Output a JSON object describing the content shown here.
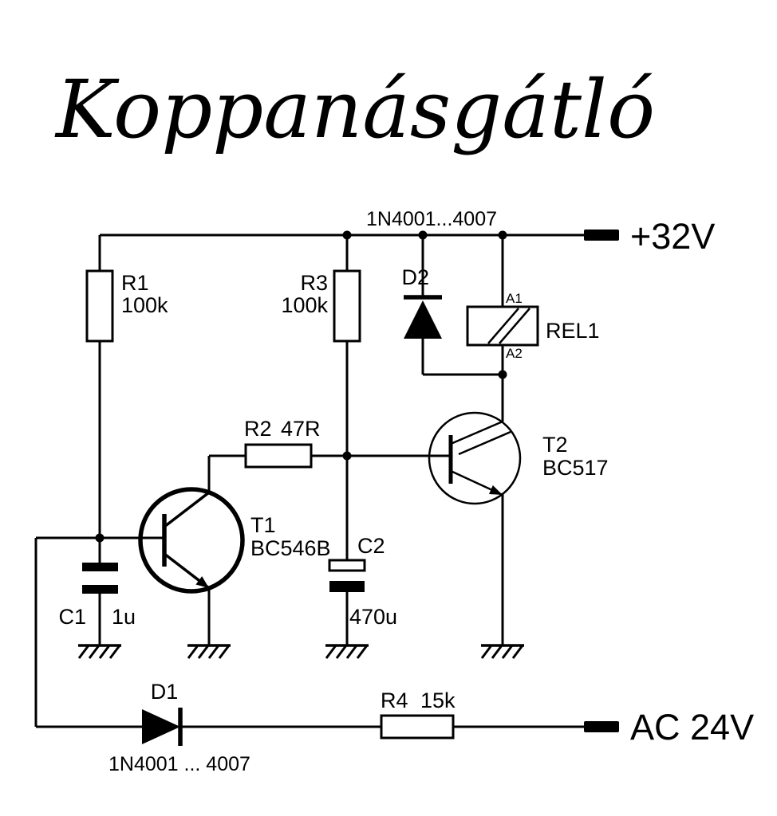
{
  "title": "Koppanásgátló",
  "power": {
    "positive_rail": "+32V",
    "ac_input": "AC 24V",
    "rail_diode_note": "1N4001...4007"
  },
  "components": {
    "R1": {
      "ref": "R1",
      "value": "100k"
    },
    "R2": {
      "ref": "R2",
      "value": "47R"
    },
    "R3": {
      "ref": "R3",
      "value": "100k"
    },
    "R4": {
      "ref": "R4",
      "value": "15k"
    },
    "C1": {
      "ref": "C1",
      "value": "1u"
    },
    "C2": {
      "ref": "C2",
      "value": "470u"
    },
    "D1": {
      "ref": "D1",
      "note": "1N4001 ... 4007"
    },
    "D2": {
      "ref": "D2"
    },
    "T1": {
      "ref": "T1",
      "part": "BC546B"
    },
    "T2": {
      "ref": "T2",
      "part": "BC517"
    },
    "REL1": {
      "ref": "REL1",
      "pin_a1": "A1",
      "pin_a2": "A2"
    }
  },
  "colors": {
    "ink": "#000000",
    "background": "#ffffff"
  }
}
